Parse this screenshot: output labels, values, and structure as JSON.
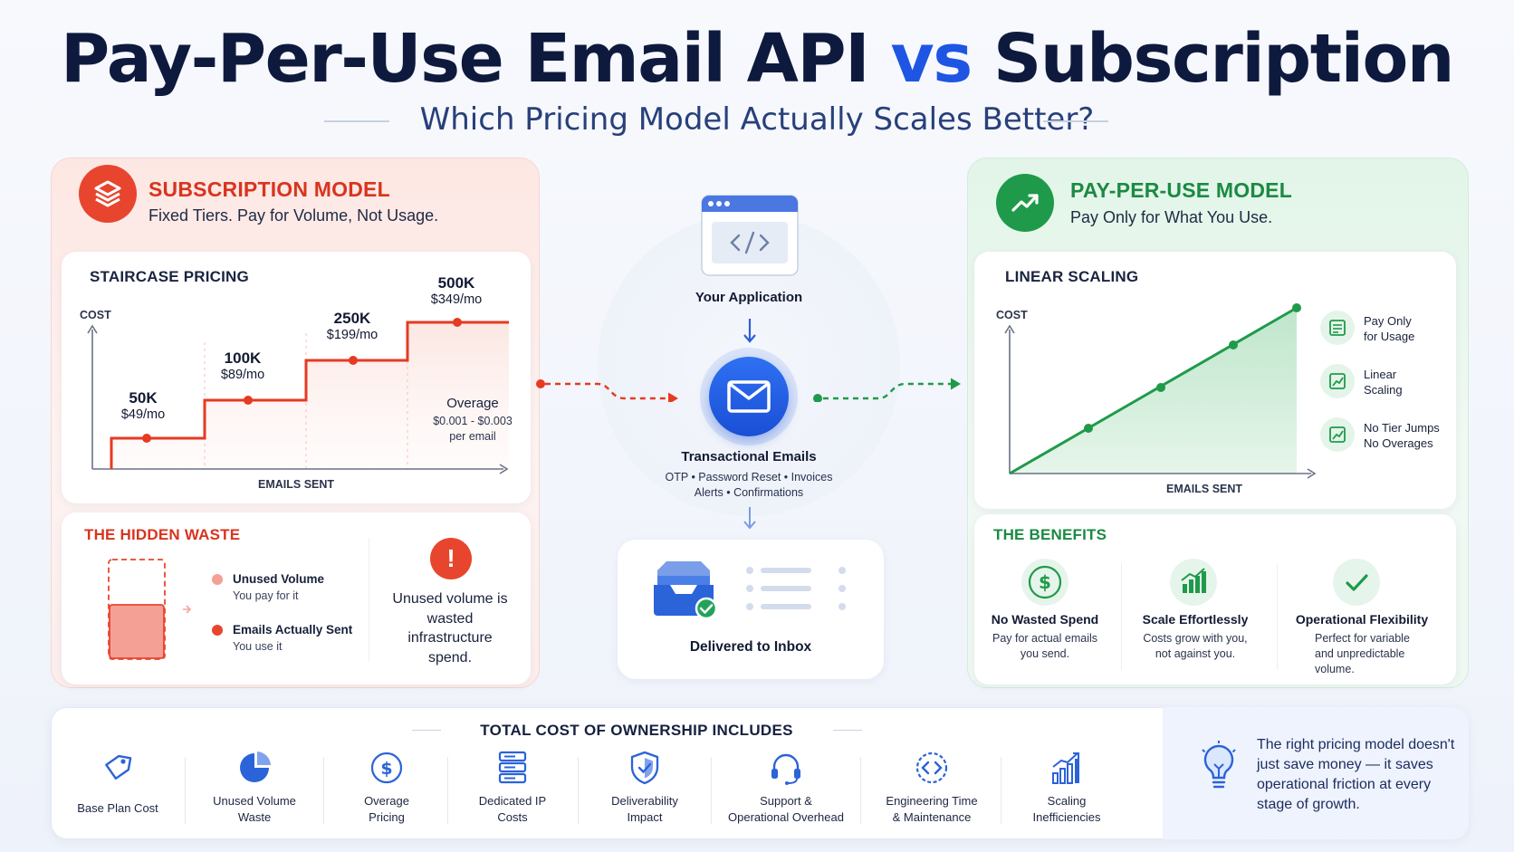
{
  "header": {
    "title_part1": "Pay-Per-Use Email API",
    "title_vs": "vs",
    "title_part2": "Subscription",
    "subtitle": "Which Pricing Model Actually Scales Better?"
  },
  "subscription": {
    "title": "SUBSCRIPTION MODEL",
    "subtitle": "Fixed Tiers. Pay for Volume, Not Usage.",
    "chart_title": "STAIRCASE PRICING",
    "y_label": "COST",
    "x_label": "EMAILS SENT",
    "tiers": [
      {
        "volume": "50K",
        "price": "$49/mo"
      },
      {
        "volume": "100K",
        "price": "$89/mo"
      },
      {
        "volume": "250K",
        "price": "$199/mo"
      },
      {
        "volume": "500K",
        "price": "$349/mo"
      }
    ],
    "overage_title": "Overage",
    "overage_range": "$0.001 - $0.003",
    "overage_unit": "per email",
    "waste_title": "THE HIDDEN WASTE",
    "legend": [
      {
        "label": "Unused Volume",
        "sub": "You pay for it"
      },
      {
        "label": "Emails Actually Sent",
        "sub": "You use it"
      }
    ],
    "waste_message": "Unused volume is wasted infrastructure spend.",
    "accent": "#e8452f"
  },
  "center": {
    "app_label": "Your Application",
    "mail_label": "Transactional Emails",
    "mail_types_line1": "OTP • Password Reset • Invoices",
    "mail_types_line2": "Alerts • Confirmations",
    "inbox_label": "Delivered to Inbox"
  },
  "payperuse": {
    "title": "PAY-PER-USE MODEL",
    "subtitle": "Pay Only for What You Use.",
    "chart_title": "LINEAR SCALING",
    "y_label": "COST",
    "x_label": "EMAILS SENT",
    "features": [
      {
        "line1": "Pay Only",
        "line2": "for Usage",
        "icon": "receipt-icon"
      },
      {
        "line1": "Linear",
        "line2": "Scaling",
        "icon": "trend-up-icon"
      },
      {
        "line1": "No Tier Jumps",
        "line2": "No Overages",
        "icon": "trend-up-icon"
      }
    ],
    "benefits_title": "THE BENEFITS",
    "benefits": [
      {
        "title": "No Wasted Spend",
        "line1": "Pay for actual emails",
        "line2": "you send.",
        "line3": ""
      },
      {
        "title": "Scale Effortlessly",
        "line1": "Costs grow with you,",
        "line2": "not against you.",
        "line3": ""
      },
      {
        "title": "Operational Flexibility",
        "line1": "Perfect for variable",
        "line2": "and unpredictable",
        "line3": "volume."
      }
    ],
    "accent": "#1f9a4a"
  },
  "tco": {
    "title": "TOTAL COST OF OWNERSHIP INCLUDES",
    "items": [
      {
        "line1": "Base Plan Cost",
        "line2": "",
        "icon": "price-tag-icon"
      },
      {
        "line1": "Unused Volume",
        "line2": "Waste",
        "icon": "pie-chart-icon"
      },
      {
        "line1": "Overage",
        "line2": "Pricing",
        "icon": "dollar-icon"
      },
      {
        "line1": "Dedicated IP",
        "line2": "Costs",
        "icon": "server-icon"
      },
      {
        "line1": "Deliverability",
        "line2": "Impact",
        "icon": "shield-icon"
      },
      {
        "line1": "Support &",
        "line2": "Operational Overhead",
        "icon": "headset-icon"
      },
      {
        "line1": "Engineering Time",
        "line2": "& Maintenance",
        "icon": "code-icon"
      },
      {
        "line1": "Scaling",
        "line2": "Inefficiencies",
        "icon": "bar-chart-icon"
      }
    ],
    "quote": "The right pricing model doesn't just save money — it saves operational friction at every stage of growth."
  }
}
